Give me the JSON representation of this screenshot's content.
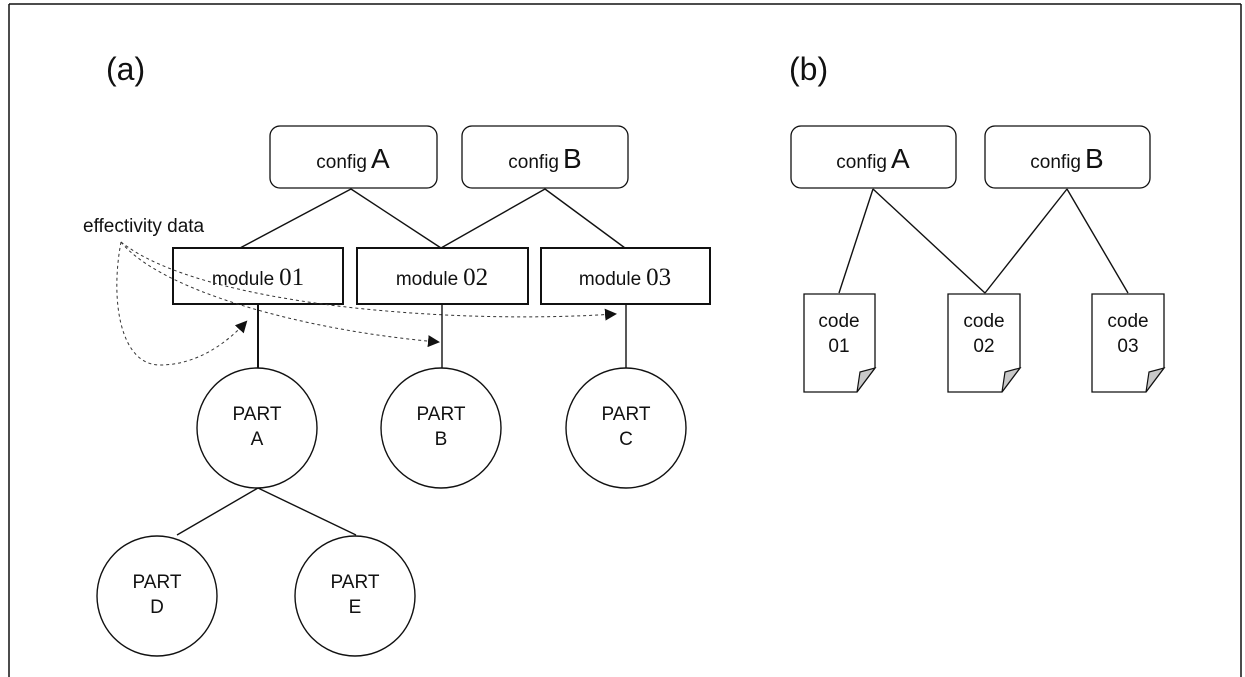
{
  "panel_a": {
    "label": "(a)",
    "config_a": {
      "word": "config",
      "letter": "A"
    },
    "config_b": {
      "word": "config",
      "letter": "B"
    },
    "effectivity_label": "effectivity data",
    "modules": [
      {
        "word": "module",
        "num": "01"
      },
      {
        "word": "module",
        "num": "02"
      },
      {
        "word": "module",
        "num": "03"
      }
    ],
    "parts": [
      {
        "line1": "PART",
        "line2": "A"
      },
      {
        "line1": "PART",
        "line2": "B"
      },
      {
        "line1": "PART",
        "line2": "C"
      },
      {
        "line1": "PART",
        "line2": "D"
      },
      {
        "line1": "PART",
        "line2": "E"
      }
    ]
  },
  "panel_b": {
    "label": "(b)",
    "config_a": {
      "word": "config",
      "letter": "A"
    },
    "config_b": {
      "word": "config",
      "letter": "B"
    },
    "codes": [
      {
        "line1": "code",
        "line2": "01"
      },
      {
        "line1": "code",
        "line2": "02"
      },
      {
        "line1": "code",
        "line2": "03"
      }
    ]
  }
}
